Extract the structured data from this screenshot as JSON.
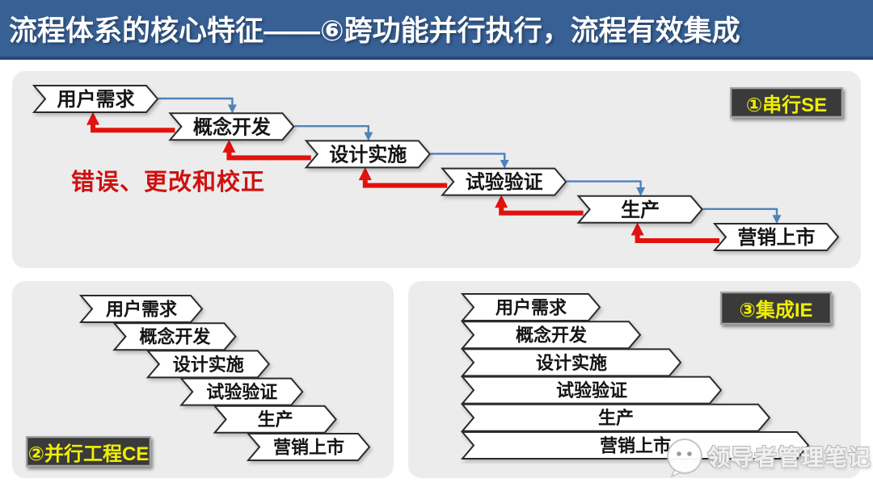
{
  "header": {
    "title": "流程体系的核心特征——⑥跨功能并行执行，流程有效集成"
  },
  "stages": [
    "用户需求",
    "概念开发",
    "设计实施",
    "试验验证",
    "生产",
    "营销上市"
  ],
  "serial_diagram": {
    "badge": "①串行SE",
    "annotation": "错误、更改和校正"
  },
  "concurrent_diagram": {
    "badge": "②并行工程CE"
  },
  "integrated_diagram": {
    "badge": "③集成IE"
  },
  "watermark": {
    "icon": "wechat-icon",
    "text": "领导者管理笔记"
  },
  "colors": {
    "header_bg": "#376095",
    "header_border": "#2a4a73",
    "title_text": "#ffffff",
    "panel_bg": "#ececec",
    "chevron_fill": "#ffffff",
    "chevron_stroke": "#2b2b2b",
    "stage_text": "#141414",
    "flow_arrow_blue": "#4f81bd",
    "feedback_arrow_red": "#e2120e",
    "annotation_red": "#cd1211",
    "badge_bg": "#3a3a3a",
    "badge_border": "#a3a3a3",
    "badge_text": "#f0ef00"
  }
}
